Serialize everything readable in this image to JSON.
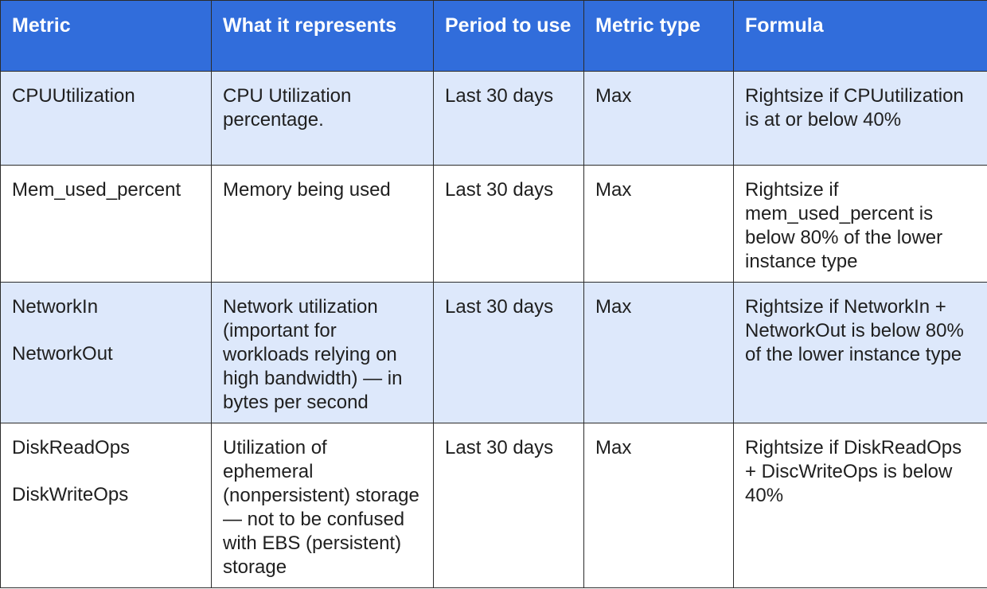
{
  "colors": {
    "header_bg": "#316ddb",
    "header_text": "#ffffff",
    "shaded_row_bg": "#dde8fb",
    "plain_row_bg": "#ffffff",
    "border": "#2b2b2b"
  },
  "table": {
    "headers": [
      "Metric",
      "What it represents",
      "Period to use",
      "Metric type",
      "Formula"
    ],
    "rows": [
      {
        "metrics": [
          "CPUUtilization"
        ],
        "represents": "CPU Utilization percentage.",
        "period": "Last 30 days",
        "type": "Max",
        "formula": "Rightsize if CPUutilization is at or below 40%"
      },
      {
        "metrics": [
          "Mem_used_percent"
        ],
        "represents": "Memory being used",
        "period": "Last 30 days",
        "type": "Max",
        "formula": "Rightsize if mem_used_percent is below 80% of the lower instance type"
      },
      {
        "metrics": [
          "NetworkIn",
          "NetworkOut"
        ],
        "represents": "Network utilization (important for workloads relying on high bandwidth) — in bytes per second",
        "period": "Last 30 days",
        "type": "Max",
        "formula": "Rightsize if NetworkIn + NetworkOut is below 80% of the lower instance type"
      },
      {
        "metrics": [
          "DiskReadOps",
          "DiskWriteOps"
        ],
        "represents": "Utilization of ephemeral (nonpersistent) storage — not to be confused with EBS (persistent) storage",
        "period": "Last 30 days",
        "type": "Max",
        "formula": "Rightsize if DiskReadOps + DiscWriteOps is below 40%"
      }
    ]
  }
}
